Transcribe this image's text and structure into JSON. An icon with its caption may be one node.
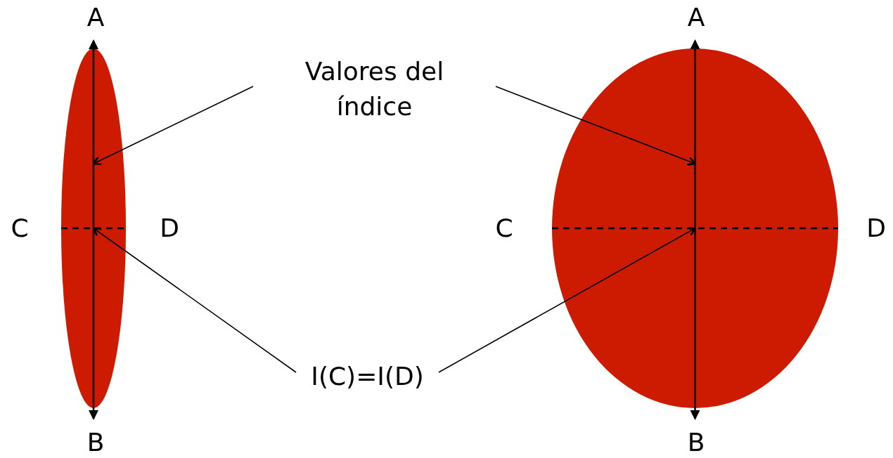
{
  "diagram": {
    "nodes": [
      {
        "text": [
          "Valores del índice"
        ]
      },
      {
        "text": [
          "I(C)=I(D)"
        ]
      },
      {
        "text": [],
        "shape": "ellipse"
      },
      {
        "text": [],
        "shape": "ellipse"
      }
    ],
    "edges": [
      {
        "from": 0,
        "to": 2,
        "arrow": "to"
      },
      {
        "from": 0,
        "to": 3,
        "arrow": "to"
      },
      {
        "from": 1,
        "to": 2,
        "arrow": "to"
      },
      {
        "from": 1,
        "to": 3,
        "arrow": "to"
      }
    ],
    "labels": [
      "A",
      "A",
      "C",
      "D",
      "C",
      "D",
      "B",
      "B"
    ]
  }
}
